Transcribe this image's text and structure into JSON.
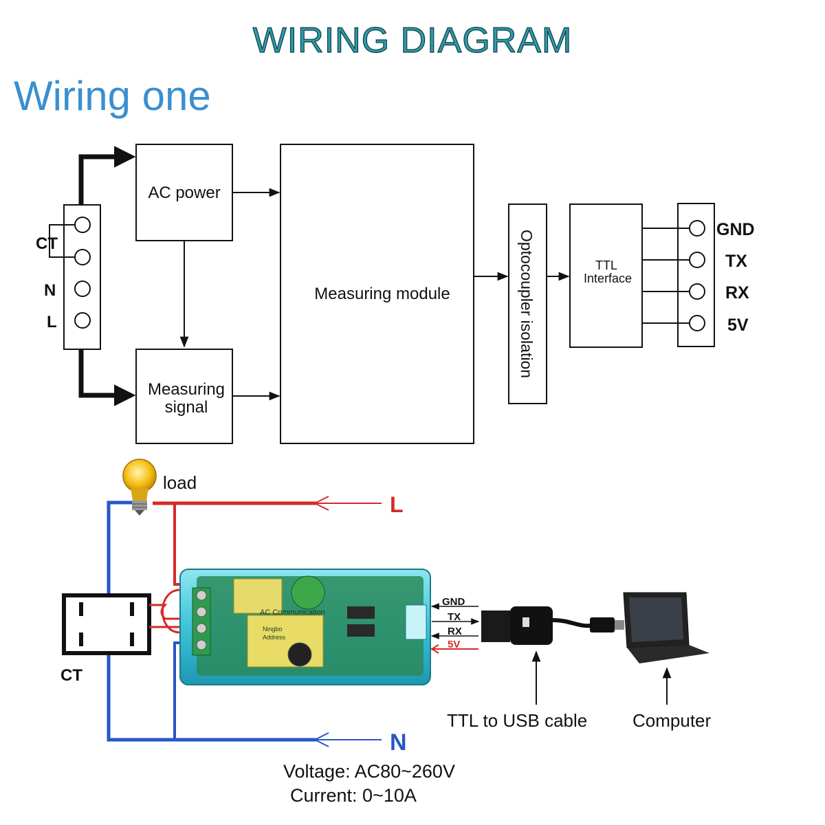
{
  "title": "WIRING DIAGRAM",
  "subtitle": "Wiring one",
  "block": {
    "terminals": {
      "ct": "CT",
      "n": "N",
      "l": "L"
    },
    "ac_power": "AC power",
    "measuring_signal_1": "Measuring",
    "measuring_signal_2": "signal",
    "measuring_module": "Measuring module",
    "optocoupler": "Optocoupler isolation",
    "ttl_1": "TTL",
    "ttl_2": "Interface",
    "pins": [
      "GND",
      "TX",
      "RX",
      "5V"
    ]
  },
  "photo": {
    "load": "load",
    "line_l": "L",
    "line_n": "N",
    "ct": "CT",
    "pin_labels": [
      "GND",
      "TX",
      "RX",
      "5V"
    ],
    "module_text": "AC Communication",
    "module_lines": [
      "Ningbo",
      "Address"
    ],
    "cable": "TTL to USB cable",
    "computer": "Computer",
    "voltage": "Voltage: AC80~260V",
    "current": "Current: 0~10A"
  },
  "colors": {
    "title_fill": "#2f9aa8",
    "subtitle": "#3a8fd0",
    "red_wire": "#d42a2a",
    "blue_wire": "#2a55c8",
    "module": "#5ad0e0",
    "board": "#2a8a5a"
  }
}
